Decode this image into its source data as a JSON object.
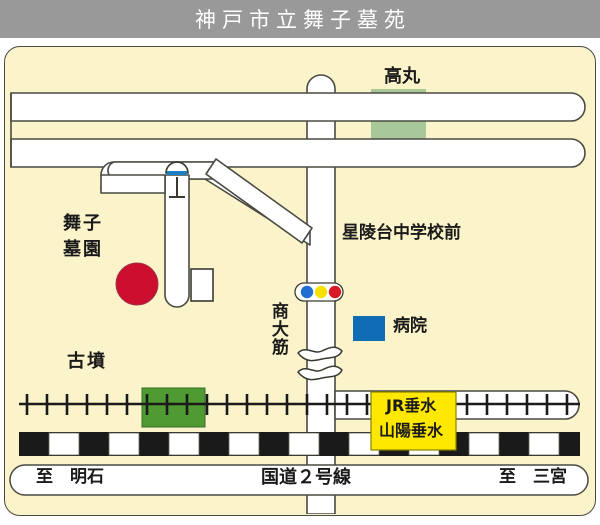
{
  "header": {
    "title": "神戸市立舞子墓苑",
    "bar_color": "#999999",
    "text_color": "#ffffff"
  },
  "map": {
    "background_color": "#fbf4ca",
    "road_fill": "#ffffff",
    "road_stroke": "#4a4a42",
    "labels": {
      "takamaru": "高丸",
      "cemetery_line1": "舞子",
      "cemetery_line2": "墓園",
      "intersection": "星陵台中学校前",
      "hospital": "病院",
      "kofun": "古墳",
      "shodaisuji": "商大筋",
      "station_line1": "JR垂水",
      "station_line2": "山陽垂水",
      "to_akashi": "至　明石",
      "route2": "国道２号線",
      "to_sannomiya": "至　三宮"
    },
    "symbols": {
      "cemetery_marker": "red-circle-marker",
      "hospital_marker": "blue-square-marker",
      "takamaru_area": "light-green-block",
      "kofun_area": "green-block",
      "water_tower": "water-tower-icon",
      "traffic_signal": "traffic-signal-icon",
      "river": "river-wave-icon",
      "railway": "railway-track",
      "national_road": "dashed-road-band",
      "building": "small-building-outline"
    },
    "colors": {
      "cemetery_red": "#cc0f2e",
      "hospital_blue": "#0f6cb5",
      "takamaru_green": "#a8c89a",
      "kofun_green": "#4f9a33",
      "station_yellow": "#ffe800",
      "signal_blue": "#1f6fd0",
      "signal_yellow": "#f5e000",
      "signal_red": "#d71a28",
      "tower_band": "#1f7fc4",
      "road_band_dark": "#1a1a1a"
    },
    "signal_lights": [
      "blue",
      "yellow",
      "red"
    ]
  }
}
